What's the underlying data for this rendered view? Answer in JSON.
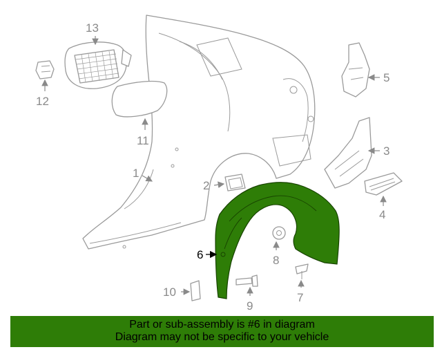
{
  "diagram": {
    "callouts": {
      "c1": "1",
      "c2": "2",
      "c3": "3",
      "c4": "4",
      "c5": "5",
      "c6": "6",
      "c7": "7",
      "c8": "8",
      "c9": "9",
      "c10": "10",
      "c11": "11",
      "c12": "12",
      "c13": "13"
    },
    "highlight_part": "6",
    "colors": {
      "highlight": "#2e7d07",
      "line": "#9a9a9a",
      "banner": "#2e7d07"
    }
  },
  "banner": {
    "line1": "Part or sub-assembly is #6 in diagram",
    "line2": "Diagram may not be specific to your vehicle"
  }
}
